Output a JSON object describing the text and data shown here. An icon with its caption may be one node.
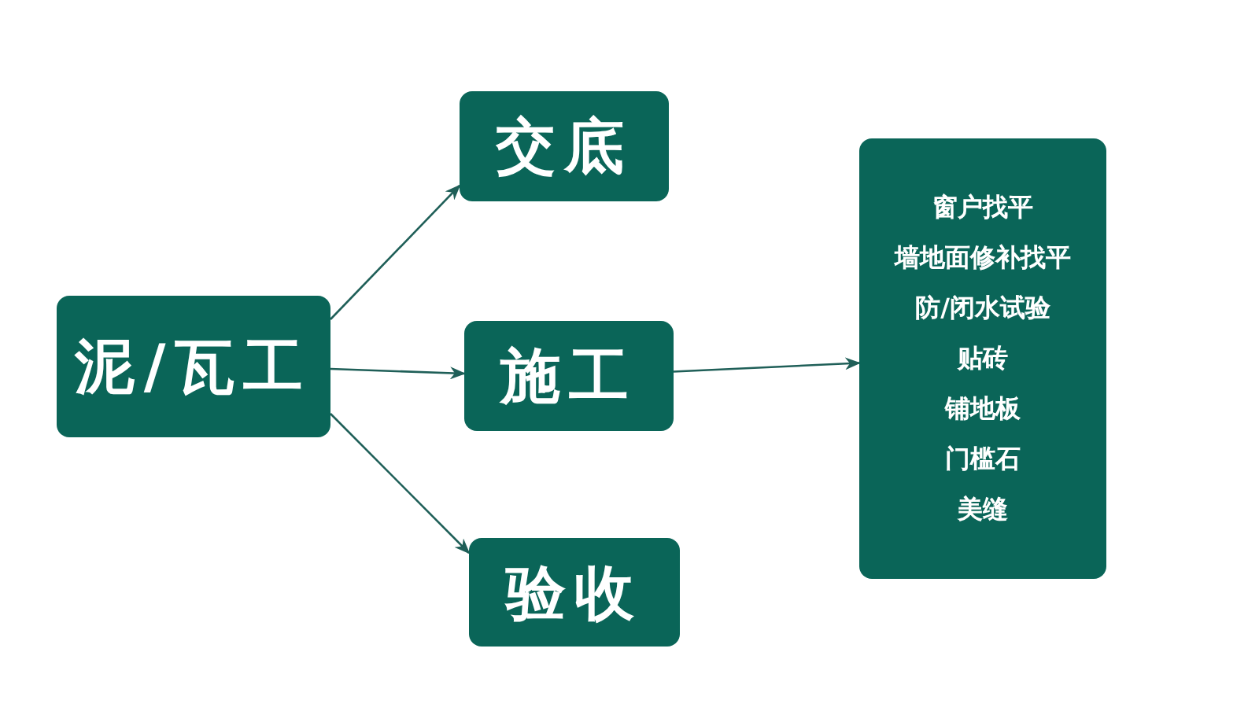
{
  "diagram": {
    "nodes": [
      {
        "text": [
          "泥/瓦工"
        ]
      },
      {
        "text": [
          "交底"
        ]
      },
      {
        "text": [
          "施工"
        ]
      },
      {
        "text": [
          "验收"
        ]
      },
      {
        "text": [
          "窗户找平",
          "墙地面修补找平",
          "防/闭水试验",
          "贴砖",
          "铺地板",
          "门槛石",
          "美缝"
        ]
      }
    ],
    "edges": [
      {
        "from": 0,
        "to": 1,
        "arrow": "to"
      },
      {
        "from": 0,
        "to": 2,
        "arrow": "to"
      },
      {
        "from": 0,
        "to": 3,
        "arrow": "to"
      },
      {
        "from": 2,
        "to": 4,
        "arrow": "to"
      }
    ]
  }
}
